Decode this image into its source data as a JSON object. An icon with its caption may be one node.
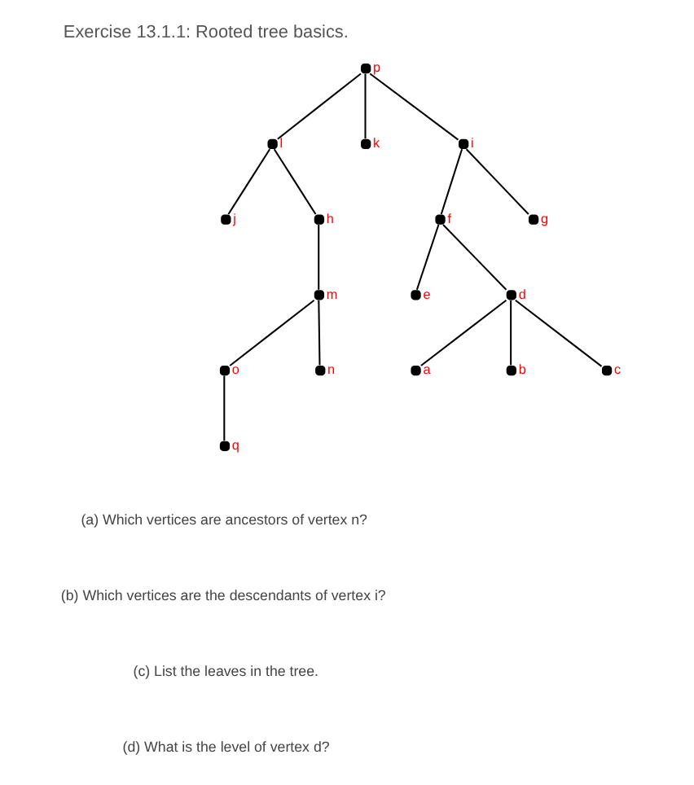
{
  "diagram": {
    "title": "Exercise 13.1.1: Rooted tree basics.",
    "nodes": [
      {
        "text": [],
        "shape": "circle",
        "beside": [
          "p"
        ]
      },
      {
        "text": [],
        "shape": "circle",
        "beside": [
          "l"
        ]
      },
      {
        "text": [],
        "shape": "circle",
        "beside": [
          "k"
        ]
      },
      {
        "text": [],
        "shape": "circle",
        "beside": [
          "i"
        ]
      },
      {
        "text": [],
        "shape": "circle",
        "beside": [
          "j"
        ]
      },
      {
        "text": [],
        "shape": "circle",
        "beside": [
          "h"
        ]
      },
      {
        "text": [],
        "shape": "circle",
        "beside": [
          "f"
        ]
      },
      {
        "text": [],
        "shape": "circle",
        "beside": [
          "g"
        ]
      },
      {
        "text": [],
        "shape": "circle",
        "beside": [
          "m"
        ]
      },
      {
        "text": [],
        "shape": "circle",
        "beside": [
          "e"
        ]
      },
      {
        "text": [],
        "shape": "circle",
        "beside": [
          "d"
        ]
      },
      {
        "text": [],
        "shape": "circle",
        "beside": [
          "o"
        ]
      },
      {
        "text": [],
        "shape": "circle",
        "beside": [
          "n"
        ]
      },
      {
        "text": [],
        "shape": "circle",
        "beside": [
          "a"
        ]
      },
      {
        "text": [],
        "shape": "circle",
        "beside": [
          "b"
        ]
      },
      {
        "text": [],
        "shape": "circle",
        "beside": [
          "c"
        ]
      },
      {
        "text": [],
        "shape": "circle",
        "beside": [
          "q"
        ]
      }
    ],
    "edges": [
      {
        "from": 0,
        "to": 1,
        "arrow": "none"
      },
      {
        "from": 0,
        "to": 2,
        "arrow": "none"
      },
      {
        "from": 0,
        "to": 3,
        "arrow": "none"
      },
      {
        "from": 1,
        "to": 4,
        "arrow": "none"
      },
      {
        "from": 1,
        "to": 5,
        "arrow": "none"
      },
      {
        "from": 3,
        "to": 6,
        "arrow": "none"
      },
      {
        "from": 3,
        "to": 7,
        "arrow": "none"
      },
      {
        "from": 5,
        "to": 8,
        "arrow": "none"
      },
      {
        "from": 6,
        "to": 9,
        "arrow": "none"
      },
      {
        "from": 6,
        "to": 10,
        "arrow": "none"
      },
      {
        "from": 8,
        "to": 11,
        "arrow": "none"
      },
      {
        "from": 8,
        "to": 12,
        "arrow": "none"
      },
      {
        "from": 10,
        "to": 13,
        "arrow": "none"
      },
      {
        "from": 10,
        "to": 14,
        "arrow": "none"
      },
      {
        "from": 10,
        "to": 15,
        "arrow": "none"
      },
      {
        "from": 11,
        "to": 16,
        "arrow": "none"
      }
    ],
    "labels": [
      "(a) Which vertices are ancestors of vertex n?",
      "(b) Which vertices are the descendants of vertex i?",
      "(c) List the leaves in the tree.",
      "(d) What is the level of vertex d?"
    ]
  }
}
